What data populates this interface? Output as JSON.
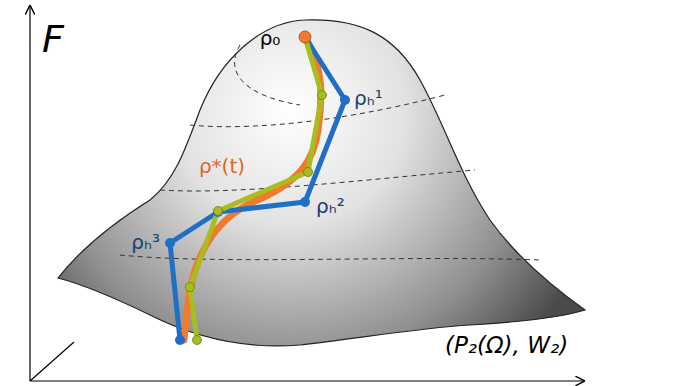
{
  "diagram": {
    "labels": [
      "F",
      "ρ₀",
      "ρₕ¹",
      "ρ*(t)",
      "ρₕ²",
      "ρₕ³",
      "(P₂(Ω), W₂)"
    ]
  }
}
